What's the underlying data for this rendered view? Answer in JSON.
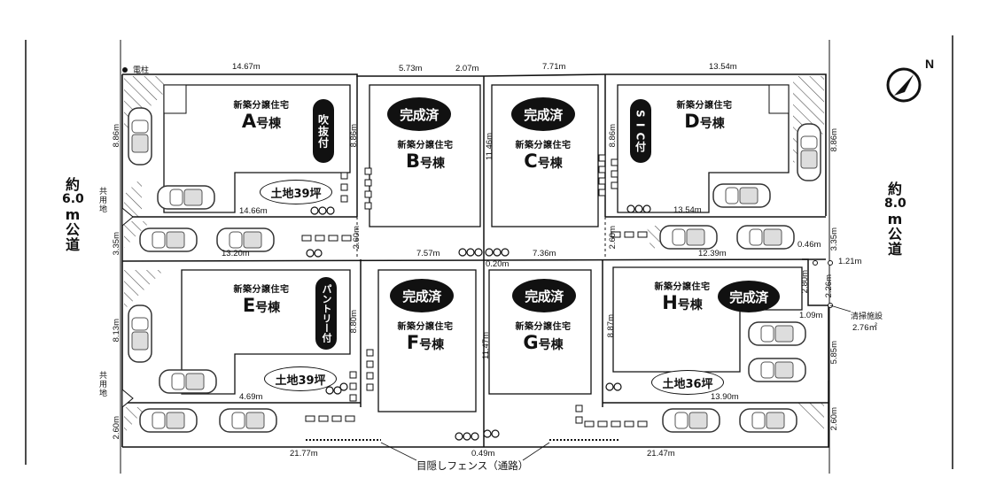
{
  "roads": {
    "west": [
      "約",
      "6.0",
      "m",
      "公",
      "道"
    ],
    "east": [
      "約",
      "8.0",
      "m",
      "公",
      "道"
    ]
  },
  "compass_label": "N",
  "pole_label": "電柱",
  "shared_label": [
    "共",
    "用",
    "地"
  ],
  "houses": {
    "A": {
      "sub": "新築分譲住宅",
      "letter": "A",
      "suffix": "号棟",
      "feature": "吹抜付"
    },
    "B": {
      "sub": "新築分譲住宅",
      "letter": "B",
      "suffix": "号棟",
      "status": "完成済"
    },
    "C": {
      "sub": "新築分譲住宅",
      "letter": "C",
      "suffix": "号棟",
      "status": "完成済"
    },
    "D": {
      "sub": "新築分譲住宅",
      "letter": "D",
      "suffix": "号棟",
      "feature": "S I C付"
    },
    "E": {
      "sub": "新築分譲住宅",
      "letter": "E",
      "suffix": "号棟",
      "feature": "パントリー付"
    },
    "F": {
      "sub": "新築分譲住宅",
      "letter": "F",
      "suffix": "号棟",
      "status": "完成済"
    },
    "G": {
      "sub": "新築分譲住宅",
      "letter": "G",
      "suffix": "号棟",
      "status": "完成済"
    },
    "H": {
      "sub": "新築分譲住宅",
      "letter": "H",
      "suffix": "号棟",
      "status": "完成済"
    }
  },
  "land_labels": {
    "a": "土地39坪",
    "e": "土地39坪",
    "h": "土地36坪"
  },
  "dimensions": {
    "top_a": "14.67m",
    "top_b": "5.73m",
    "top_bc": "2.07m",
    "top_c": "7.71m",
    "top_d": "13.54m",
    "a_bottom": "14.66m",
    "d_bottom": "13.54m",
    "mid_e": "13.20m",
    "mid_f": "7.57m",
    "mid_fg": "0.20m",
    "mid_g": "7.36m",
    "mid_h": "12.39m",
    "h_right": "0.46m",
    "h_corner": "1.21m",
    "h_inner": "1.09m",
    "e_bottom": "4.69m",
    "h_bottom": "13.90m",
    "bottom_left": "21.77m",
    "bottom_mid": "0.49m",
    "bottom_right": "21.47m",
    "a_h": "8.86m",
    "ab_h": "8.86m",
    "bc_h": "11.46m",
    "d_h_in": "8.86m",
    "d_h_out": "8.86m",
    "west_road": "3.35m",
    "bf_gap": "2.60m",
    "cd_gap": "2.60m",
    "east_road": "3.35m",
    "h_2_26": "2.26m",
    "h_2_80": "2.80m",
    "e_h": "8.13m",
    "ef_h": "8.80m",
    "fg_h": "11.47m",
    "h_h": "8.87m",
    "h_side": "5.85m",
    "sw": "2.60m",
    "se": "2.60m"
  },
  "waste": {
    "label": "清掃施設",
    "area": "2.76㎡"
  },
  "fence_label": "目隠しフェンス（通路）"
}
